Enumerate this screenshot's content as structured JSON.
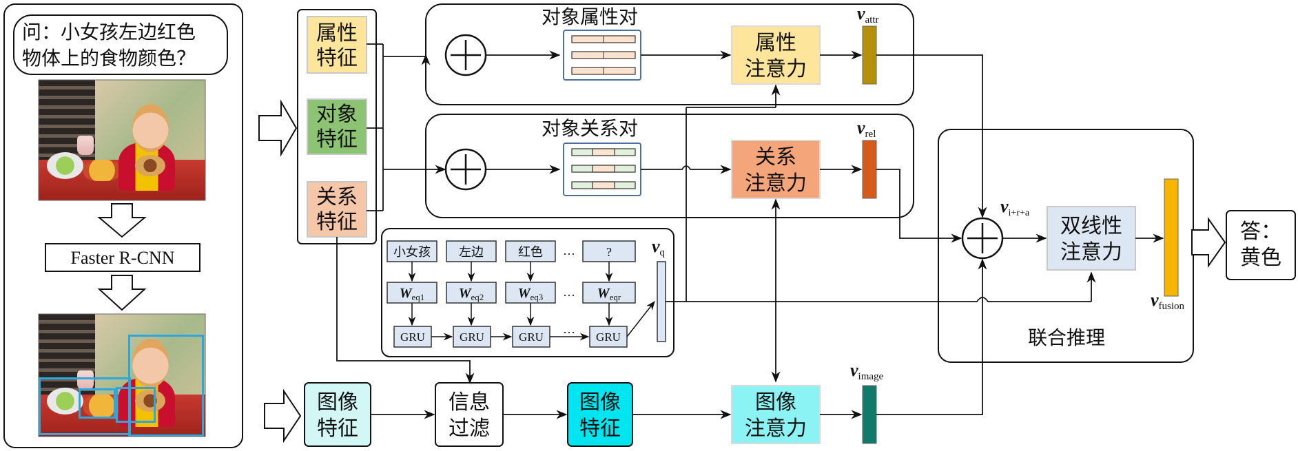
{
  "question": {
    "line1": "问：小女孩左边红色",
    "line2": "物体上的食物颜色？"
  },
  "detector": {
    "label": "Faster R-CNN"
  },
  "features": {
    "attr": [
      "属性",
      "特征"
    ],
    "obj": [
      "对象",
      "特征"
    ],
    "rel": [
      "关系",
      "特征"
    ]
  },
  "pairs": {
    "attr_title": "对象属性对",
    "rel_title": "对象关系对"
  },
  "attention": {
    "attr": [
      "属性",
      "注意力"
    ],
    "rel": [
      "关系",
      "注意力"
    ],
    "image": [
      "图像",
      "注意力"
    ],
    "bilinear": [
      "双线性",
      "注意力"
    ]
  },
  "vectors": {
    "attr": {
      "main": "v",
      "sub": "attr"
    },
    "rel": {
      "main": "v",
      "sub": "rel"
    },
    "image": {
      "main": "v",
      "sub": "image"
    },
    "q": {
      "main": "v",
      "sub": "q"
    },
    "irra": {
      "main": "v",
      "sub": "i+r+a"
    },
    "fusion": {
      "main": "v",
      "sub": "fusion"
    }
  },
  "words": [
    "小女孩",
    "左边",
    "红色",
    "…",
    "?"
  ],
  "weights": [
    {
      "main": "W",
      "sub": "eq1"
    },
    {
      "main": "W",
      "sub": "eq2"
    },
    {
      "main": "W",
      "sub": "eq3"
    },
    {
      "main": "…",
      "sub": ""
    },
    {
      "main": "W",
      "sub": "eqr"
    }
  ],
  "gru": {
    "label": "GRU",
    "ellipsis": "…"
  },
  "image_feature": [
    "图像",
    "特征"
  ],
  "info_filter": [
    "信息",
    "过滤"
  ],
  "filtered_feature": [
    "图像",
    "特征"
  ],
  "joint_reasoning": "联合推理",
  "answer": [
    "答：",
    "黄色"
  ],
  "colors": {
    "attr_fill": "#fde69b",
    "obj_fill": "#8dc474",
    "rel_fill": "#f5c6a8",
    "rel_att_fill": "#f4a57a",
    "image_feat_fill": "#d2f7f5",
    "image_filtered_fill": "#00e5ef",
    "image_att_fill": "#8cf3f4",
    "bilinear_fill": "#dce7f3",
    "vattr": "#b5900b",
    "vrel": "#d55a1c",
    "vimage": "#127a6b",
    "vfusion": "#f7b500",
    "pair_box_border": "#4a6fa0",
    "pair_attr_fill": "#fbe3cf",
    "pair_rel_fill": "#e0f0dc",
    "bbox": "#2ba6de"
  }
}
